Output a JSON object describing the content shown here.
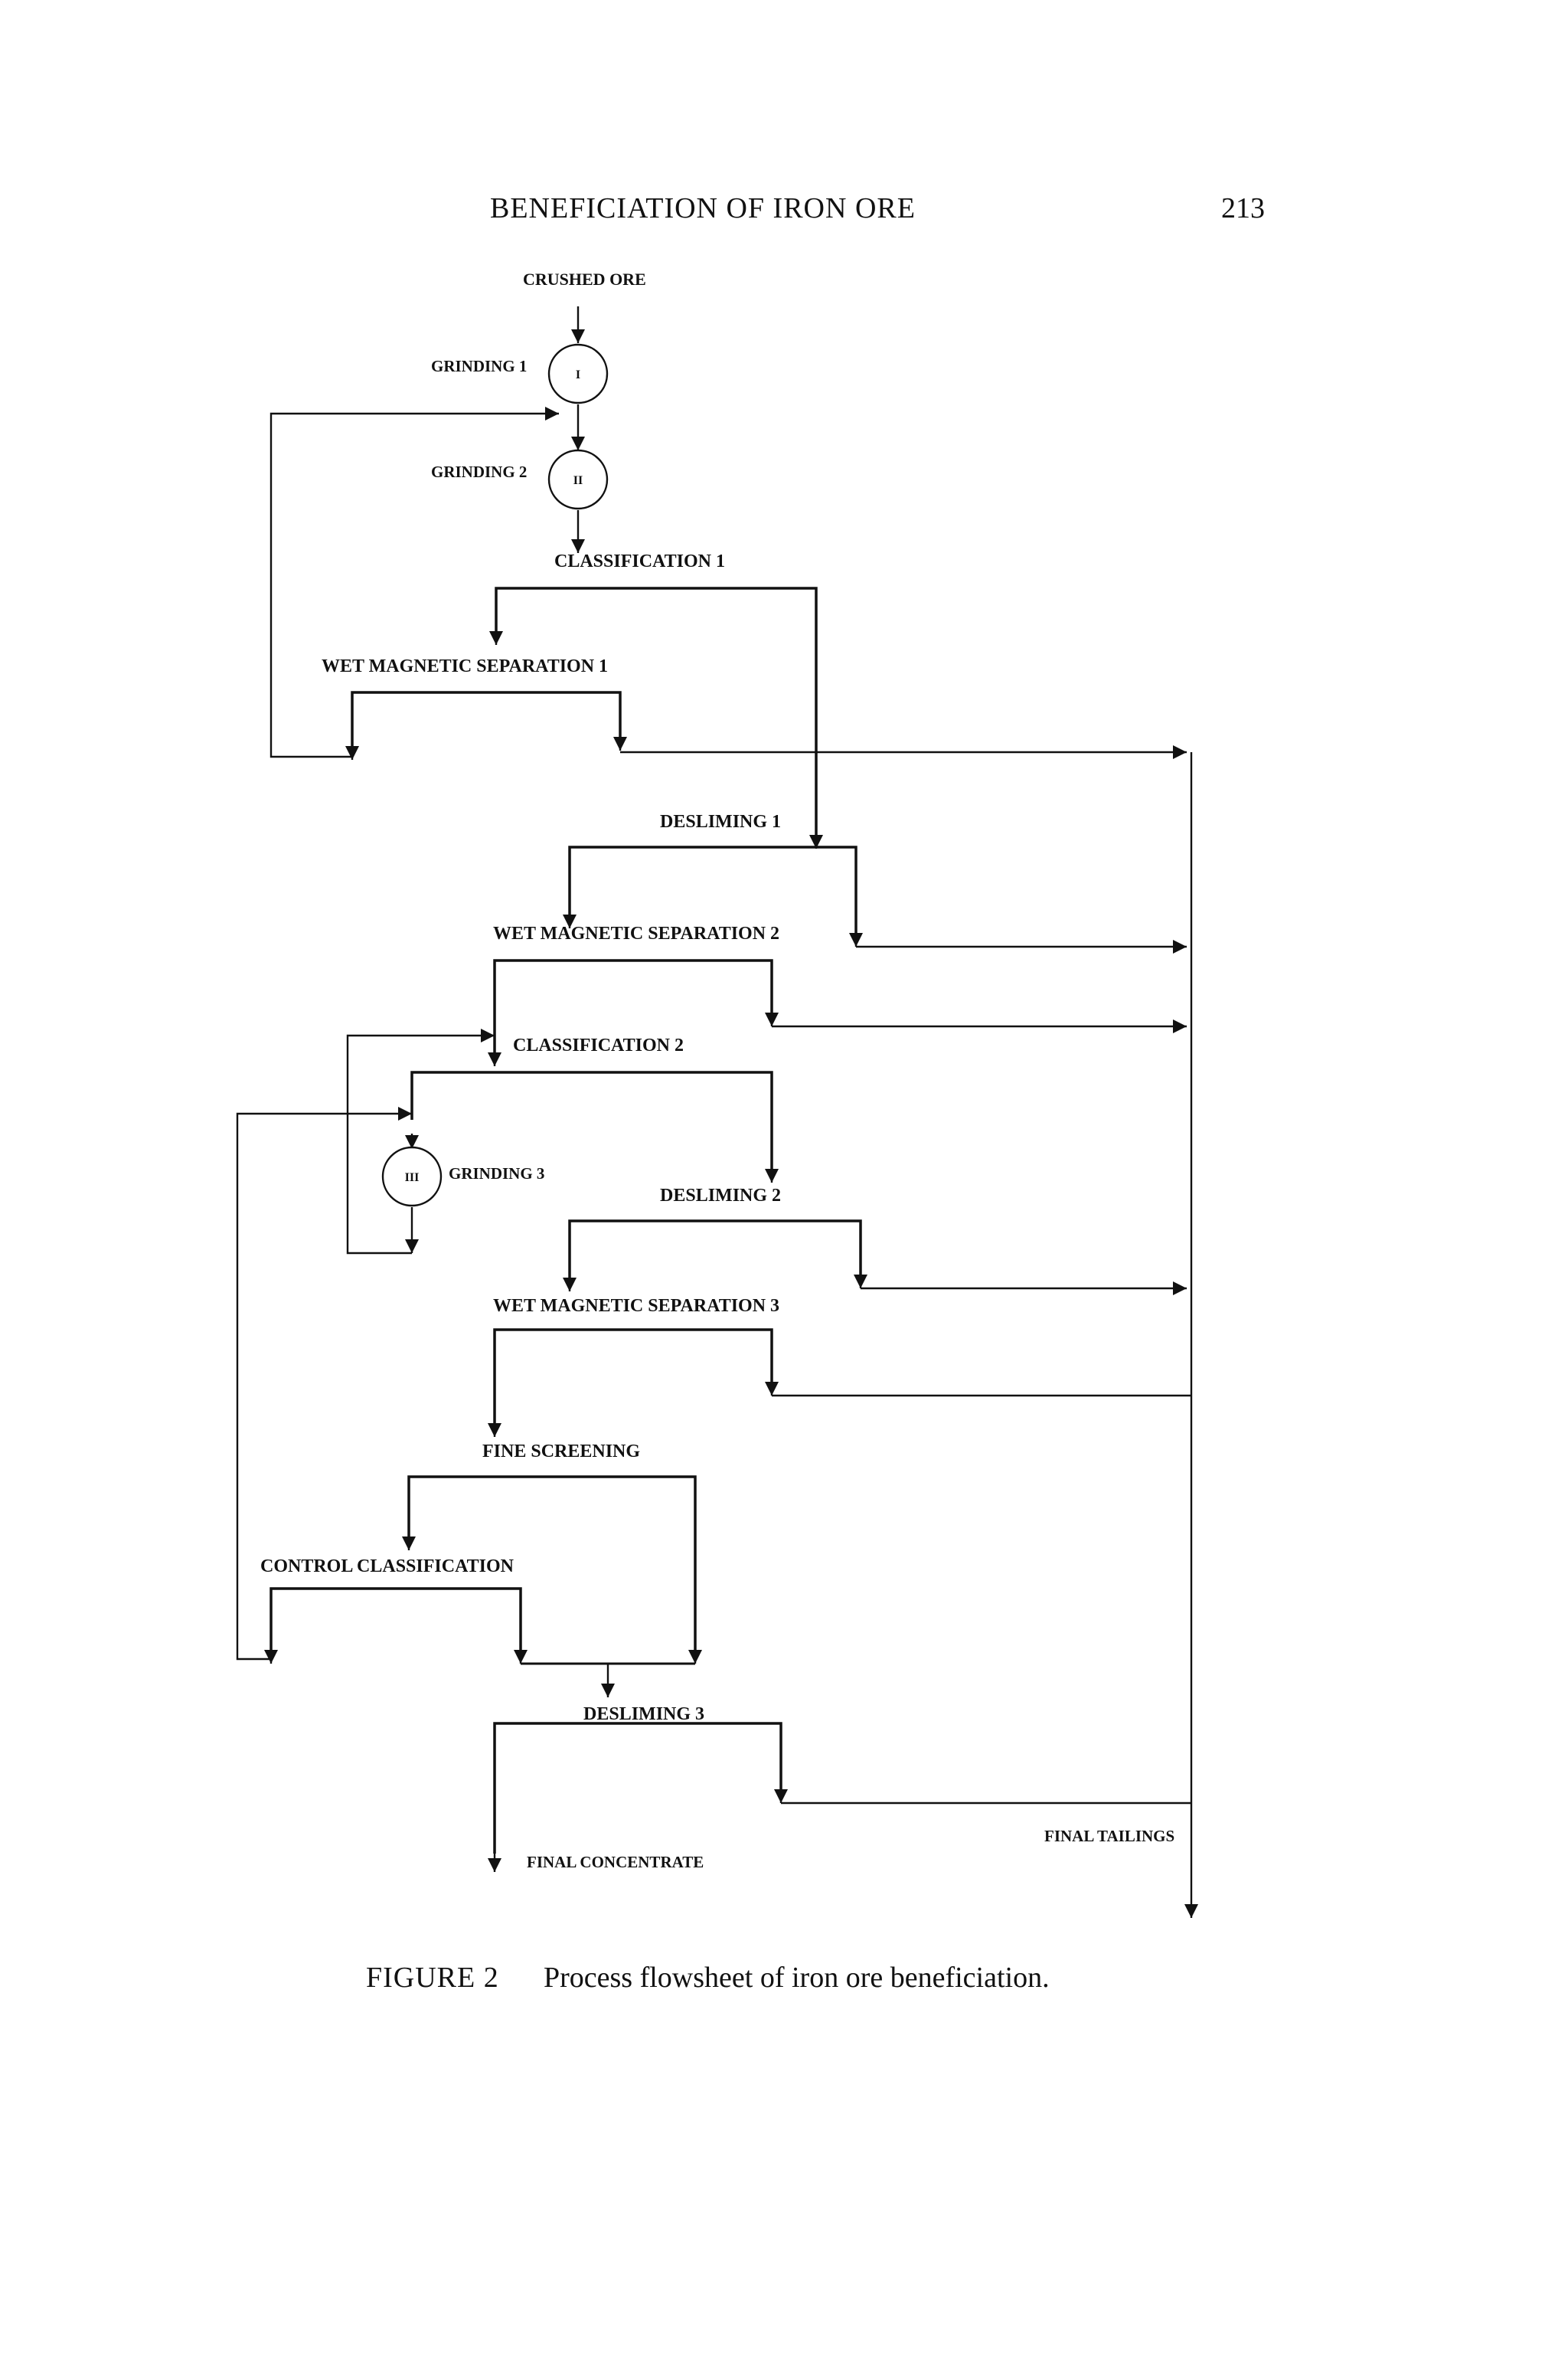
{
  "header": {
    "title": "BENEFICIATION OF IRON ORE",
    "page_number": "213"
  },
  "flowsheet": {
    "crushed_ore": "CRUSHED ORE",
    "grinding_1": "GRINDING 1",
    "grinding_1_symbol": "I",
    "grinding_2": "GRINDING 2",
    "grinding_2_symbol": "II",
    "classification_1": "CLASSIFICATION 1",
    "wet_mag_sep_1": "WET MAGNETIC SEPARATION 1",
    "desliming_1": "DESLIMING 1",
    "wet_mag_sep_2": "WET MAGNETIC SEPARATION 2",
    "classification_2": "CLASSIFICATION 2",
    "grinding_3": "GRINDING 3",
    "grinding_3_symbol": "III",
    "desliming_2": "DESLIMING 2",
    "wet_mag_sep_3": "WET MAGNETIC SEPARATION 3",
    "fine_screening": "FINE SCREENING",
    "control_classification": "CONTROL CLASSIFICATION",
    "desliming_3": "DESLIMING 3",
    "final_concentrate": "FINAL CONCENTRATE",
    "final_tailings": "FINAL TAILINGS"
  },
  "caption": {
    "label": "FIGURE 2",
    "text": "Process flowsheet of iron ore beneficiation."
  }
}
